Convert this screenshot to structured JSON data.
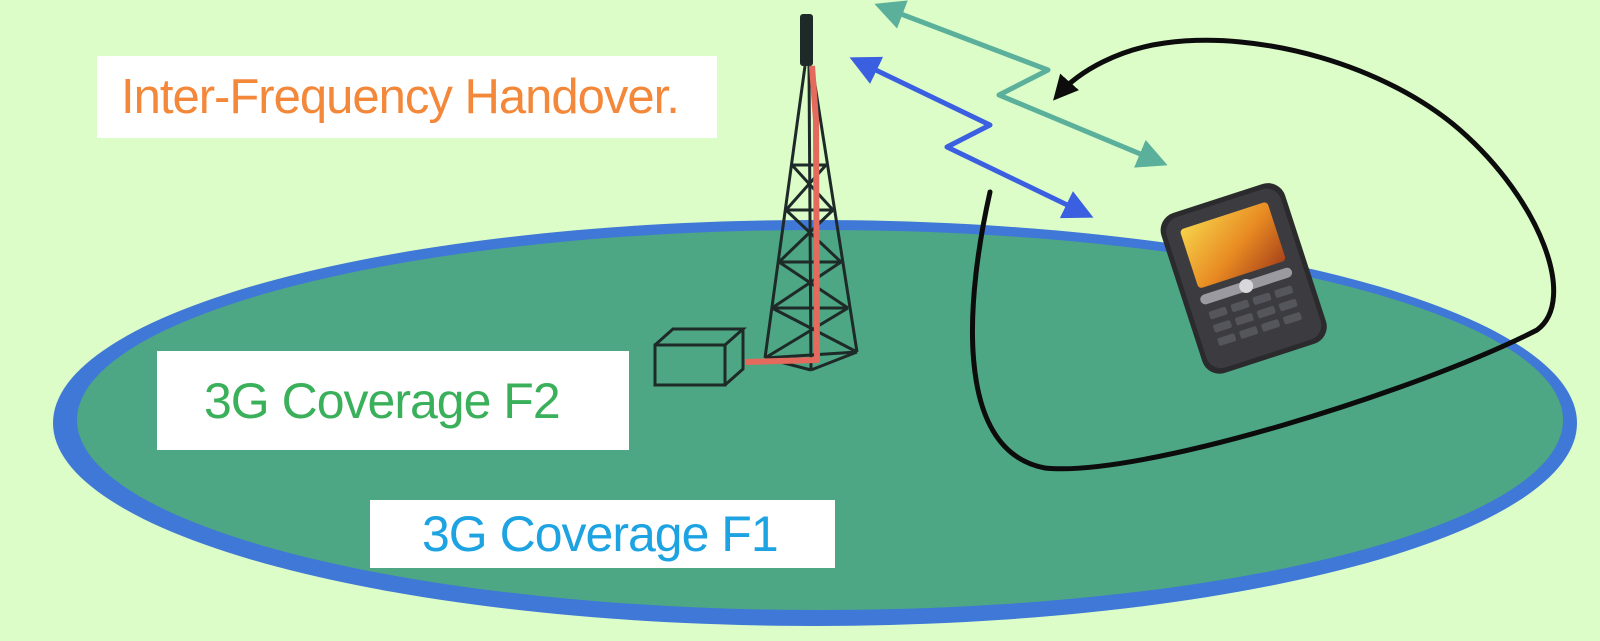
{
  "title": {
    "text": "Inter-Frequency Handover."
  },
  "coverage_f2": {
    "text": "3G Coverage F2"
  },
  "coverage_f1": {
    "text": "3G Coverage F1"
  },
  "icons": [
    "cell-tower-icon",
    "equipment-box-icon",
    "mobile-phone-icon",
    "handover-arrow-icon",
    "radio-link-icon"
  ],
  "colors": {
    "background": "#dcfcc8",
    "coverage_outer": "#3f78d6",
    "coverage_inner": "#4ea784",
    "title_text": "#f4883a",
    "f2_text": "#3bb05a",
    "f1_text": "#1ea3e2",
    "tower": "#1e2a28",
    "feeder": "#e36a5c",
    "link_f2": "#5ab09a",
    "link_f1": "#3a5fe0",
    "handover_path": "#0c0c0c"
  }
}
